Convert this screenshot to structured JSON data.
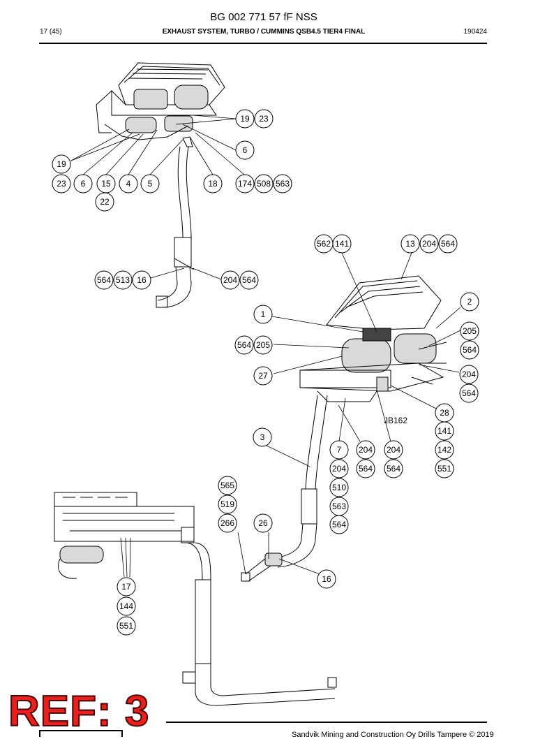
{
  "document_id": "BG 002 771 57 fF NSS",
  "header": {
    "page": "17 (45)",
    "title": "EXHAUST SYSTEM, TURBO / CUMMINS QSB4.5 TIER4 FINAL",
    "date_code": "190424"
  },
  "labels": {
    "jb": "JB162"
  },
  "bubbles": [
    "19",
    "23",
    "6",
    "19",
    "23",
    "6",
    "15",
    "4",
    "5",
    "18",
    "174",
    "508",
    "563",
    "22",
    "562",
    "141",
    "13",
    "204",
    "564",
    "564",
    "513",
    "16",
    "204",
    "564",
    "2",
    "1",
    "205",
    "564",
    "205",
    "564",
    "27",
    "204",
    "564",
    "28",
    "141",
    "142",
    "551",
    "3",
    "7",
    "204",
    "204",
    "204",
    "564",
    "564",
    "565",
    "510",
    "519",
    "563",
    "266",
    "26",
    "564",
    "16",
    "17",
    "144",
    "551"
  ],
  "footer": {
    "ref": "REF: 3",
    "copyright": "Sandvik Mining and Construction Oy Drills Tampere © 2019"
  }
}
